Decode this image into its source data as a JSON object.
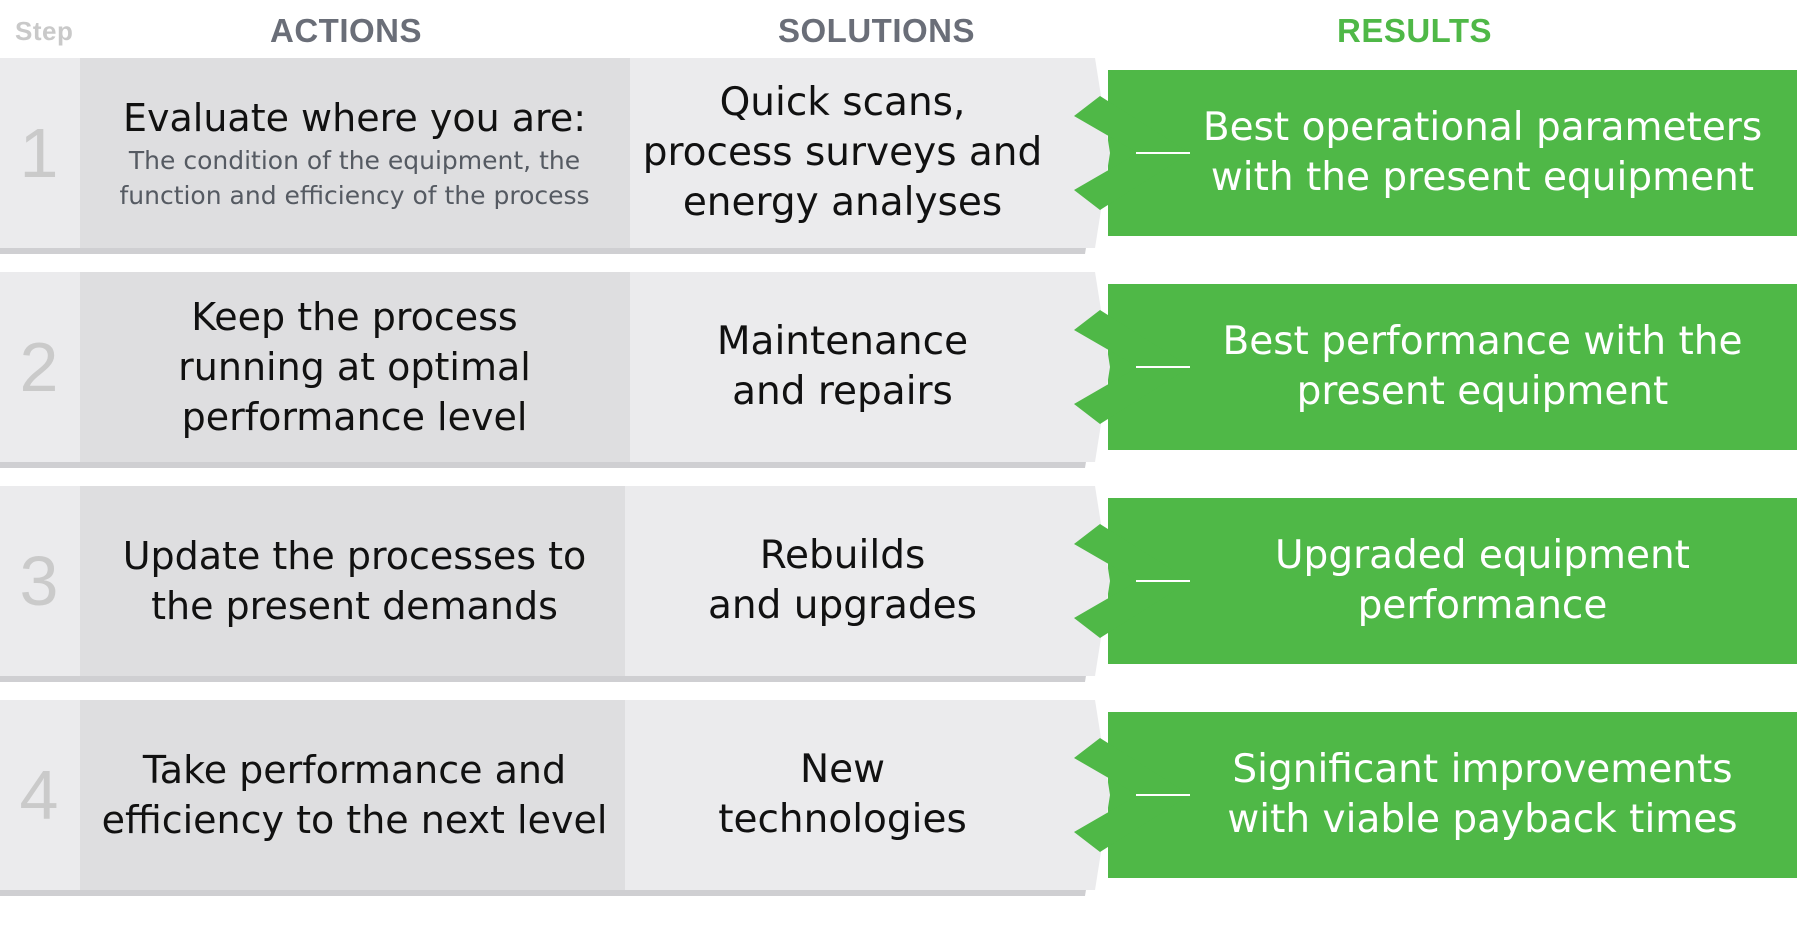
{
  "header": {
    "step_label": "Step",
    "actions_label": "ACTIONS",
    "solutions_label": "SOLUTIONS",
    "results_label": "RESULTS"
  },
  "colors": {
    "accent_green": "#4fb847",
    "panel_gray": "#ebebed",
    "action_gray": "#dedee0",
    "header_gray": "#6a6e78"
  },
  "rows": [
    {
      "step": "1",
      "action_title": "Evaluate where you are:",
      "action_subtitle": "The condition of the equipment, the\nfunction and efficiency of the process",
      "solution": "Quick scans,\nprocess surveys and\nenergy analyses",
      "result": "Best operational parameters\nwith the present equipment",
      "icon": "chevron-right-icon"
    },
    {
      "step": "2",
      "action_title": "Keep the process\nrunning at optimal\nperformance level",
      "action_subtitle": "",
      "solution": "Maintenance\nand repairs",
      "result": "Best performance with the\npresent equipment",
      "icon": "chevron-right-icon"
    },
    {
      "step": "3",
      "action_title": "Update the processes to\nthe present demands",
      "action_subtitle": "",
      "solution": "Rebuilds\nand upgrades",
      "result": "Upgraded equipment\nperformance",
      "icon": "chevron-right-icon"
    },
    {
      "step": "4",
      "action_title": "Take performance and\nefficiency to the next level",
      "action_subtitle": "",
      "solution": "New\ntechnologies",
      "result": "Significant improvements\nwith viable payback times",
      "icon": "chevron-right-icon"
    }
  ]
}
